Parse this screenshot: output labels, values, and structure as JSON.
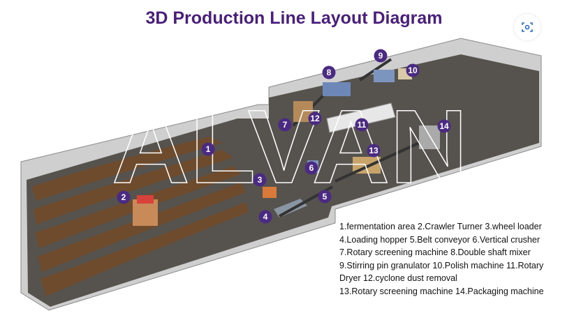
{
  "title": "3D Production Line Layout Diagram",
  "visual_search_icon": "lens-scan-icon",
  "watermark": "ALVAN",
  "markers": [
    {
      "label": "1"
    },
    {
      "label": "2"
    },
    {
      "label": "3"
    },
    {
      "label": "4"
    },
    {
      "label": "5"
    },
    {
      "label": "6"
    },
    {
      "label": "7"
    },
    {
      "label": "8"
    },
    {
      "label": "9"
    },
    {
      "label": "10"
    },
    {
      "label": "11"
    },
    {
      "label": "12"
    },
    {
      "label": "13"
    },
    {
      "label": "14"
    }
  ],
  "legend": [
    "1.fermentation area 2.Crawler Turner 3.wheel loader",
    "4.Loading hopper 5.Belt conveyor 6.Vertical crusher",
    "7.Rotary screening machine 8.Double shaft mixer",
    "9.Stirring pin granulator 10.Polish machine 11.Rotary",
    "Dryer 12.cyclone dust removal",
    "13.Rotary screening machine 14.Packaging machine"
  ],
  "colors": {
    "title": "#4a1f7c",
    "marker": "#4b2a83",
    "floor": "#56524e",
    "windrow": "#6e4b2c"
  }
}
